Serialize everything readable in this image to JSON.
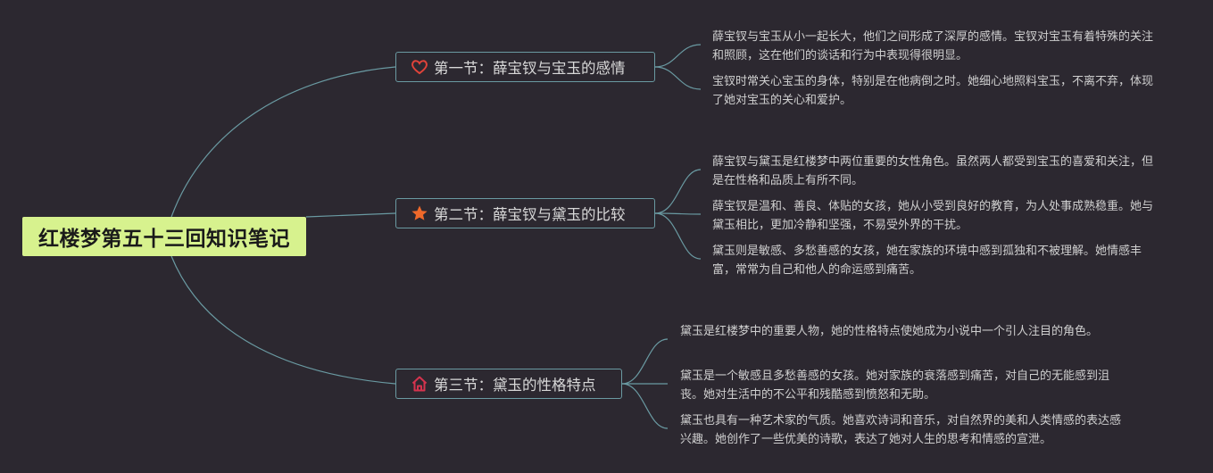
{
  "root": {
    "title": "红楼梦第五十三回知识笔记",
    "color": "#d7f28e"
  },
  "colors": {
    "background": "#2c2830",
    "line": "#6a9aa2",
    "heart": "#e0433a",
    "star": "#f0692a",
    "home": "#d5334e"
  },
  "sections": [
    {
      "icon": "heart-icon",
      "title": "第一节：薛宝钗与宝玉的感情",
      "notes": [
        "薛宝钗与宝玉从小一起长大，他们之间形成了深厚的感情。宝钗对宝玉有着特殊的关注和照顾，这在他们的谈话和行为中表现得很明显。",
        "宝钗时常关心宝玉的身体，特别是在他病倒之时。她细心地照料宝玉，不离不弃，体现了她对宝玉的关心和爱护。"
      ]
    },
    {
      "icon": "star-icon",
      "title": "第二节：薛宝钗与黛玉的比较",
      "notes": [
        "薛宝钗与黛玉是红楼梦中两位重要的女性角色。虽然两人都受到宝玉的喜爱和关注，但是在性格和品质上有所不同。",
        "薛宝钗是温和、善良、体贴的女孩，她从小受到良好的教育，为人处事成熟稳重。她与黛玉相比，更加冷静和坚强，不易受外界的干扰。",
        "黛玉则是敏感、多愁善感的女孩，她在家族的环境中感到孤独和不被理解。她情感丰富，常常为自己和他人的命运感到痛苦。"
      ]
    },
    {
      "icon": "home-icon",
      "title": "第三节：黛玉的性格特点",
      "notes": [
        "黛玉是红楼梦中的重要人物，她的性格特点使她成为小说中一个引人注目的角色。",
        "黛玉是一个敏感且多愁善感的女孩。她对家族的衰落感到痛苦，对自己的无能感到沮丧。她对生活中的不公平和残酷感到愤怒和无助。",
        "黛玉也具有一种艺术家的气质。她喜欢诗词和音乐，对自然界的美和人类情感的表达感兴趣。她创作了一些优美的诗歌，表达了她对人生的思考和情感的宣泄。"
      ]
    }
  ]
}
